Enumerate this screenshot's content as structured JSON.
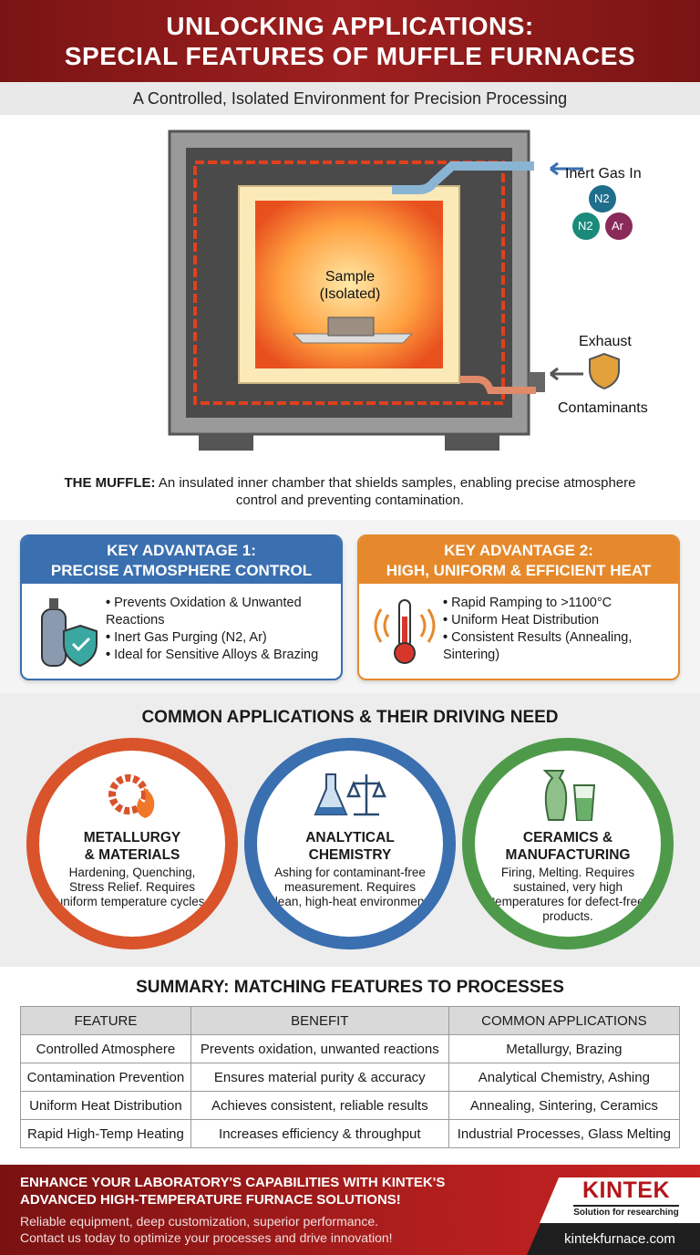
{
  "header": {
    "title_line1": "UNLOCKING APPLICATIONS:",
    "title_line2": "SPECIAL FEATURES OF MUFFLE FURNACES",
    "subtitle": "A Controlled, Isolated Environment for Precision Processing"
  },
  "diagram": {
    "sample_label_1": "Sample",
    "sample_label_2": "(Isolated)",
    "inert_gas": "Inert Gas In",
    "gas_n2": "N2",
    "gas_ar": "Ar",
    "exhaust": "Exhaust",
    "contaminants": "Contaminants",
    "caption_bold": "THE MUFFLE:",
    "caption_text": " An insulated inner chamber that shields samples, enabling precise atmosphere control and preventing contamination."
  },
  "advantages": [
    {
      "title_1": "KEY ADVANTAGE 1:",
      "title_2": "PRECISE ATMOSPHERE CONTROL",
      "color": "#3a6fb0",
      "icon": "gas-cylinder-shield-icon",
      "items": [
        "Prevents Oxidation & Unwanted Reactions",
        "Inert Gas Purging (N2, Ar)",
        "Ideal for Sensitive Alloys & Brazing"
      ]
    },
    {
      "title_1": "KEY ADVANTAGE 2:",
      "title_2": "HIGH, UNIFORM & EFFICIENT HEAT",
      "color": "#e5892c",
      "icon": "thermometer-heat-icon",
      "items": [
        "Rapid Ramping to >1100°C",
        "Uniform Heat Distribution",
        "Consistent Results (Annealing, Sintering)"
      ]
    }
  ],
  "applications": {
    "heading": "COMMON APPLICATIONS & THEIR DRIVING NEED",
    "items": [
      {
        "title_1": "METALLURGY",
        "title_2": "& MATERIALS",
        "desc": "Hardening, Quenching, Stress Relief. Requires uniform temperature cycles.",
        "color": "#d9532b",
        "icon": "gear-flame-icon"
      },
      {
        "title_1": "ANALYTICAL",
        "title_2": "CHEMISTRY",
        "desc": "Ashing for contaminant-free measurement. Requires clean, high-heat environment.",
        "color": "#3a6fb0",
        "icon": "flask-scale-icon"
      },
      {
        "title_1": "CERAMICS &",
        "title_2": "MANUFACTURING",
        "desc": "Firing, Melting. Requires sustained, very high temperatures for defect-free products.",
        "color": "#4e9a4a",
        "icon": "vase-glass-icon"
      }
    ]
  },
  "summary": {
    "heading": "SUMMARY: MATCHING FEATURES TO PROCESSES",
    "columns": [
      "FEATURE",
      "BENEFIT",
      "COMMON APPLICATIONS"
    ],
    "rows": [
      [
        "Controlled Atmosphere",
        "Prevents oxidation, unwanted reactions",
        "Metallurgy, Brazing"
      ],
      [
        "Contamination Prevention",
        "Ensures material purity & accuracy",
        "Analytical Chemistry, Ashing"
      ],
      [
        "Uniform Heat Distribution",
        "Achieves consistent, reliable results",
        "Annealing, Sintering, Ceramics"
      ],
      [
        "Rapid High-Temp Heating",
        "Increases efficiency & throughput",
        "Industrial Processes, Glass Melting"
      ]
    ]
  },
  "footer": {
    "headline_1": "ENHANCE YOUR LABORATORY'S CAPABILITIES WITH KINTEK'S",
    "headline_2": "ADVANCED HIGH-TEMPERATURE FURNACE SOLUTIONS!",
    "text_1": "Reliable equipment, deep customization, superior performance.",
    "text_2": "Contact us today to optimize your processes and drive innovation!",
    "logo": "KINTEK",
    "tagline": "Solution for researching",
    "url": "kintekfurnace.com"
  }
}
